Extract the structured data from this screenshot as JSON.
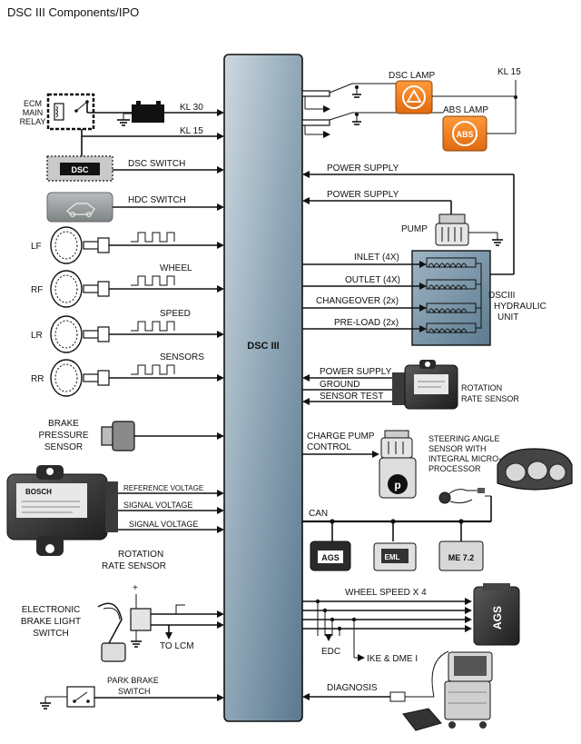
{
  "page": {
    "title": "DSC III Components/IPO"
  },
  "diagram": {
    "center_module": "DSC III",
    "inputs": {
      "ecm_main_relay": [
        "ECM",
        "MAIN",
        "RELAY"
      ],
      "kl30": "KL 30",
      "kl15": "KL 15",
      "dsc_button": "DSC",
      "dsc_switch": "DSC SWITCH",
      "hdc_switch": "HDC SWITCH",
      "wheels": [
        "LF",
        "RF",
        "LR",
        "RR"
      ],
      "wheel_label": "WHEEL",
      "speed_label": "SPEED",
      "sensors_label": "SENSORS",
      "brake_pressure": [
        "BRAKE",
        "PRESSURE",
        "SENSOR"
      ],
      "reference_voltage": "REFERENCE VOLTAGE",
      "signal_voltage_1": "SIGNAL VOLTAGE",
      "signal_voltage_2": "SIGNAL VOLTAGE",
      "rotation_rate_sensor_left": [
        "ROTATION",
        "RATE SENSOR"
      ],
      "bosch_logo": "BOSCH",
      "brake_light_switch": [
        "ELECTRONIC",
        "BRAKE LIGHT",
        "SWITCH"
      ],
      "plus_sign": "+",
      "to_lcm": "TO LCM",
      "park_brake_switch": [
        "PARK BRAKE",
        "SWITCH"
      ]
    },
    "outputs": {
      "dsc_lamp": "DSC LAMP",
      "abs_lamp": "ABS LAMP",
      "abs_icon": "ABS",
      "kl15_right": "KL 15",
      "power_supply_1": "POWER SUPPLY",
      "power_supply_2": "POWER SUPPLY",
      "pump": "PUMP",
      "inlet": "INLET (4X)",
      "outlet": "OUTLET (4X)",
      "changeover": "CHANGEOVER (2x)",
      "preload": "PRE-LOAD (2x)",
      "hydraulic_unit": [
        "DSCIII",
        "HYDRAULIC",
        "UNIT"
      ],
      "rrs_power": "POWER SUPPLY",
      "rrs_ground": "GROUND",
      "rrs_test": "SENSOR TEST",
      "rotation_rate_sensor_right": [
        "ROTATION",
        "RATE SENSOR"
      ],
      "charge_pump": [
        "CHARGE PUMP",
        "CONTROL"
      ],
      "steering_angle": [
        "STEERING ANGLE",
        "SENSOR WITH",
        "INTEGRAL MICRO-",
        "PROCESSOR"
      ],
      "can": "CAN",
      "ags_module": "AGS",
      "eml_module": "EML",
      "me72_module": "ME 7.2",
      "wheel_speed": "WHEEL SPEED X 4",
      "ags_big": "AGS",
      "edc": "EDC",
      "ike_dme": "IKE & DME I",
      "diagnosis": "DIAGNOSIS"
    }
  }
}
